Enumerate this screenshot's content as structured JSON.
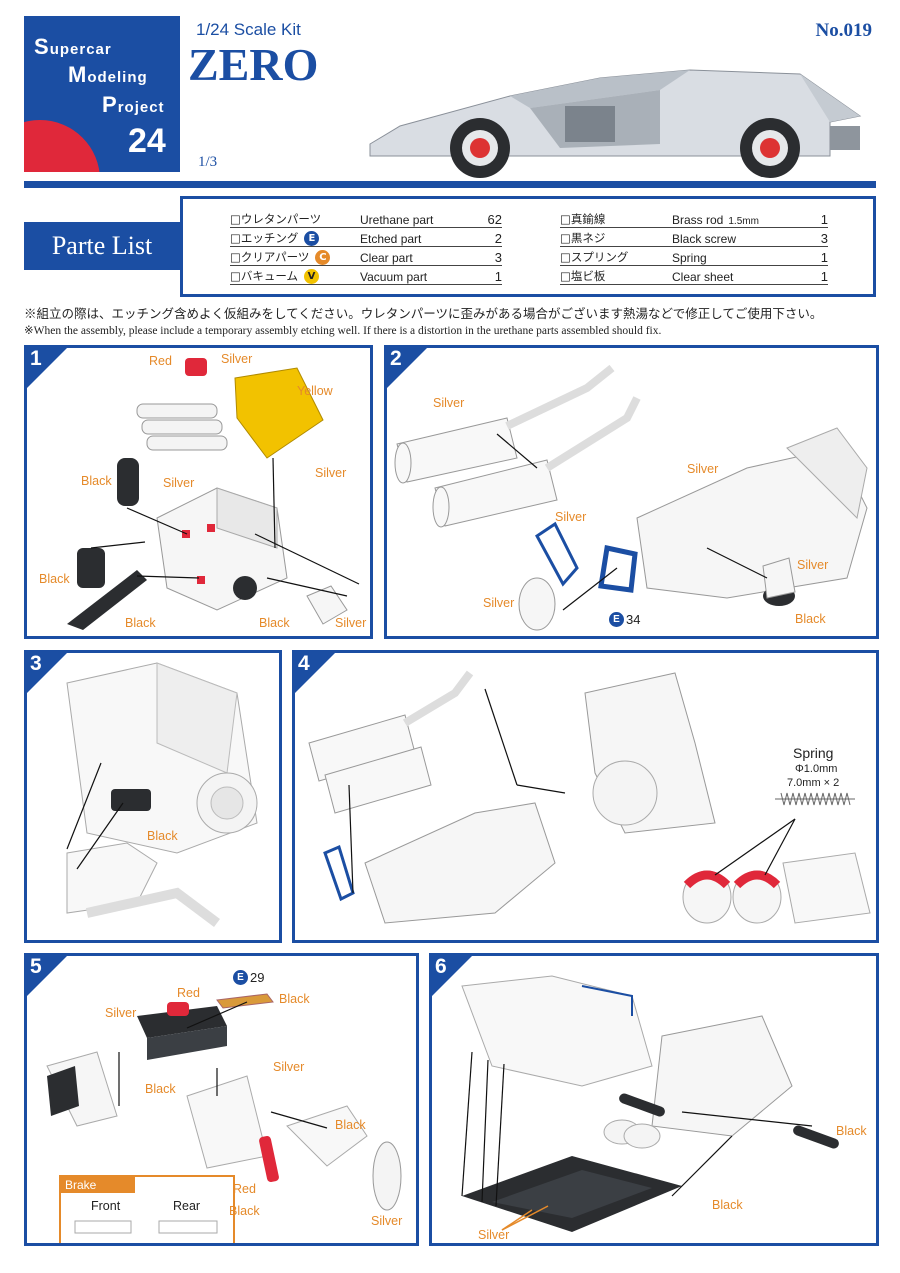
{
  "logo": {
    "line1_initial": "S",
    "line1_rest": "upercar",
    "line2_initial": "M",
    "line2_rest": "odeling",
    "line3_initial": "P",
    "line3_rest": "roject",
    "number": "24"
  },
  "header": {
    "scale": "1/24 Scale Kit",
    "title": "ZERO",
    "kit_no": "No.019",
    "page": "1/3"
  },
  "parts_list": {
    "title": "Parte List",
    "left": [
      {
        "jp": "□ウレタンパーツ",
        "en": "Urethane part",
        "qty": "62",
        "badge": ""
      },
      {
        "jp": "□エッチング",
        "en": "Etched part",
        "qty": "2",
        "badge": "E"
      },
      {
        "jp": "□クリアパーツ",
        "en": "Clear part",
        "qty": "3",
        "badge": "C"
      },
      {
        "jp": "□バキューム",
        "en": "Vacuum part",
        "qty": "1",
        "badge": "V"
      }
    ],
    "right": [
      {
        "jp": "□真鍮線",
        "en": "Brass rod",
        "size": "1.5mm",
        "qty": "1"
      },
      {
        "jp": "□黒ネジ",
        "en": "Black screw",
        "qty": "3"
      },
      {
        "jp": "□スプリング",
        "en": "Spring",
        "qty": "1"
      },
      {
        "jp": "□塩ビ板",
        "en": "Clear sheet",
        "qty": "1"
      }
    ],
    "badge_colors": {
      "E": "#1b4ea3",
      "C": "#e58a2a",
      "V": "#f2c200"
    }
  },
  "notes": {
    "jp": "※組立の際は、エッチング含めよく仮組みをしてください。ウレタンパーツに歪みがある場合がございます熱湯などで修正してご使用下さい。",
    "en": "※When the assembly, please include a temporary assembly etching well. If there is a distortion in the urethane parts assembled should fix."
  },
  "steps": [
    {
      "number": "1",
      "labels": [
        "Red",
        "Silver",
        "Yellow",
        "Silver",
        "Silver",
        "Black",
        "Black",
        "Black",
        "Black",
        "Silver"
      ]
    },
    {
      "number": "2",
      "labels": [
        "Silver",
        "Silver",
        "Silver",
        "Silver",
        "Silver",
        "Black"
      ],
      "etch_label": "E",
      "etch_part": "34"
    },
    {
      "number": "3",
      "labels": [
        "Black"
      ]
    },
    {
      "number": "4",
      "spring_title": "Spring",
      "spring_dia": "Φ1.0mm",
      "spring_len": "7.0mm × 2"
    },
    {
      "number": "5",
      "labels": [
        "Red",
        "Black",
        "Silver",
        "Black",
        "Silver",
        "Black",
        "Red",
        "Black",
        "Silver"
      ],
      "etch_label": "E",
      "etch_part": "29",
      "brake": {
        "title": "Brake",
        "front": "Front",
        "rear": "Rear"
      }
    },
    {
      "number": "6",
      "labels": [
        "Black",
        "Black",
        "Silver"
      ]
    }
  ],
  "colors": {
    "brand_blue": "#1b4ea3",
    "accent_red": "#e0283a",
    "label_orange": "#e58a2a",
    "paint_yellow": "#f2c200"
  }
}
